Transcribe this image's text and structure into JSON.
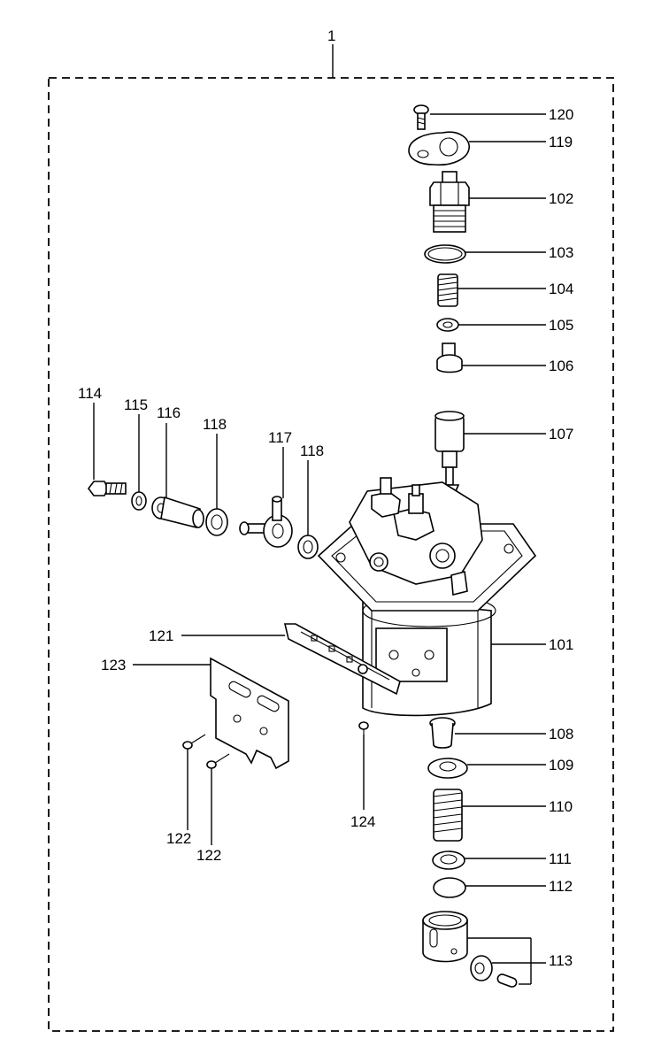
{
  "assembly_number": "1",
  "callouts": {
    "p101": "101",
    "p102": "102",
    "p103": "103",
    "p104": "104",
    "p105": "105",
    "p106": "106",
    "p107": "107",
    "p108": "108",
    "p109": "109",
    "p110": "110",
    "p111": "111",
    "p112": "112",
    "p113": "113",
    "p114": "114",
    "p115": "115",
    "p116": "116",
    "p117": "117",
    "p118a": "118",
    "p118b": "118",
    "p119": "119",
    "p120": "120",
    "p121": "121",
    "p122a": "122",
    "p122b": "122",
    "p123": "123",
    "p124": "124"
  }
}
